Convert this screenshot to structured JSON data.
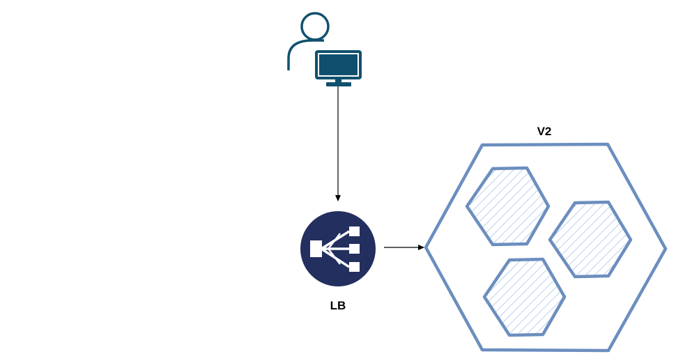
{
  "nodes": {
    "user": {
      "icon": "user-workstation-icon"
    },
    "load_balancer": {
      "icon": "load-balancer-icon",
      "label": "LB"
    },
    "cluster": {
      "icon": "hexagon-cluster-icon",
      "label": "V2",
      "inner_nodes": 3
    }
  },
  "edges": [
    {
      "from": "user",
      "to": "load_balancer"
    },
    {
      "from": "load_balancer",
      "to": "cluster"
    }
  ],
  "colors": {
    "user_icon": "#10506E",
    "load_balancer": "#232F5E",
    "hexagon_stroke": "#6C8EBF",
    "hatch": "#DAE8FC",
    "arrow": "#000000"
  }
}
